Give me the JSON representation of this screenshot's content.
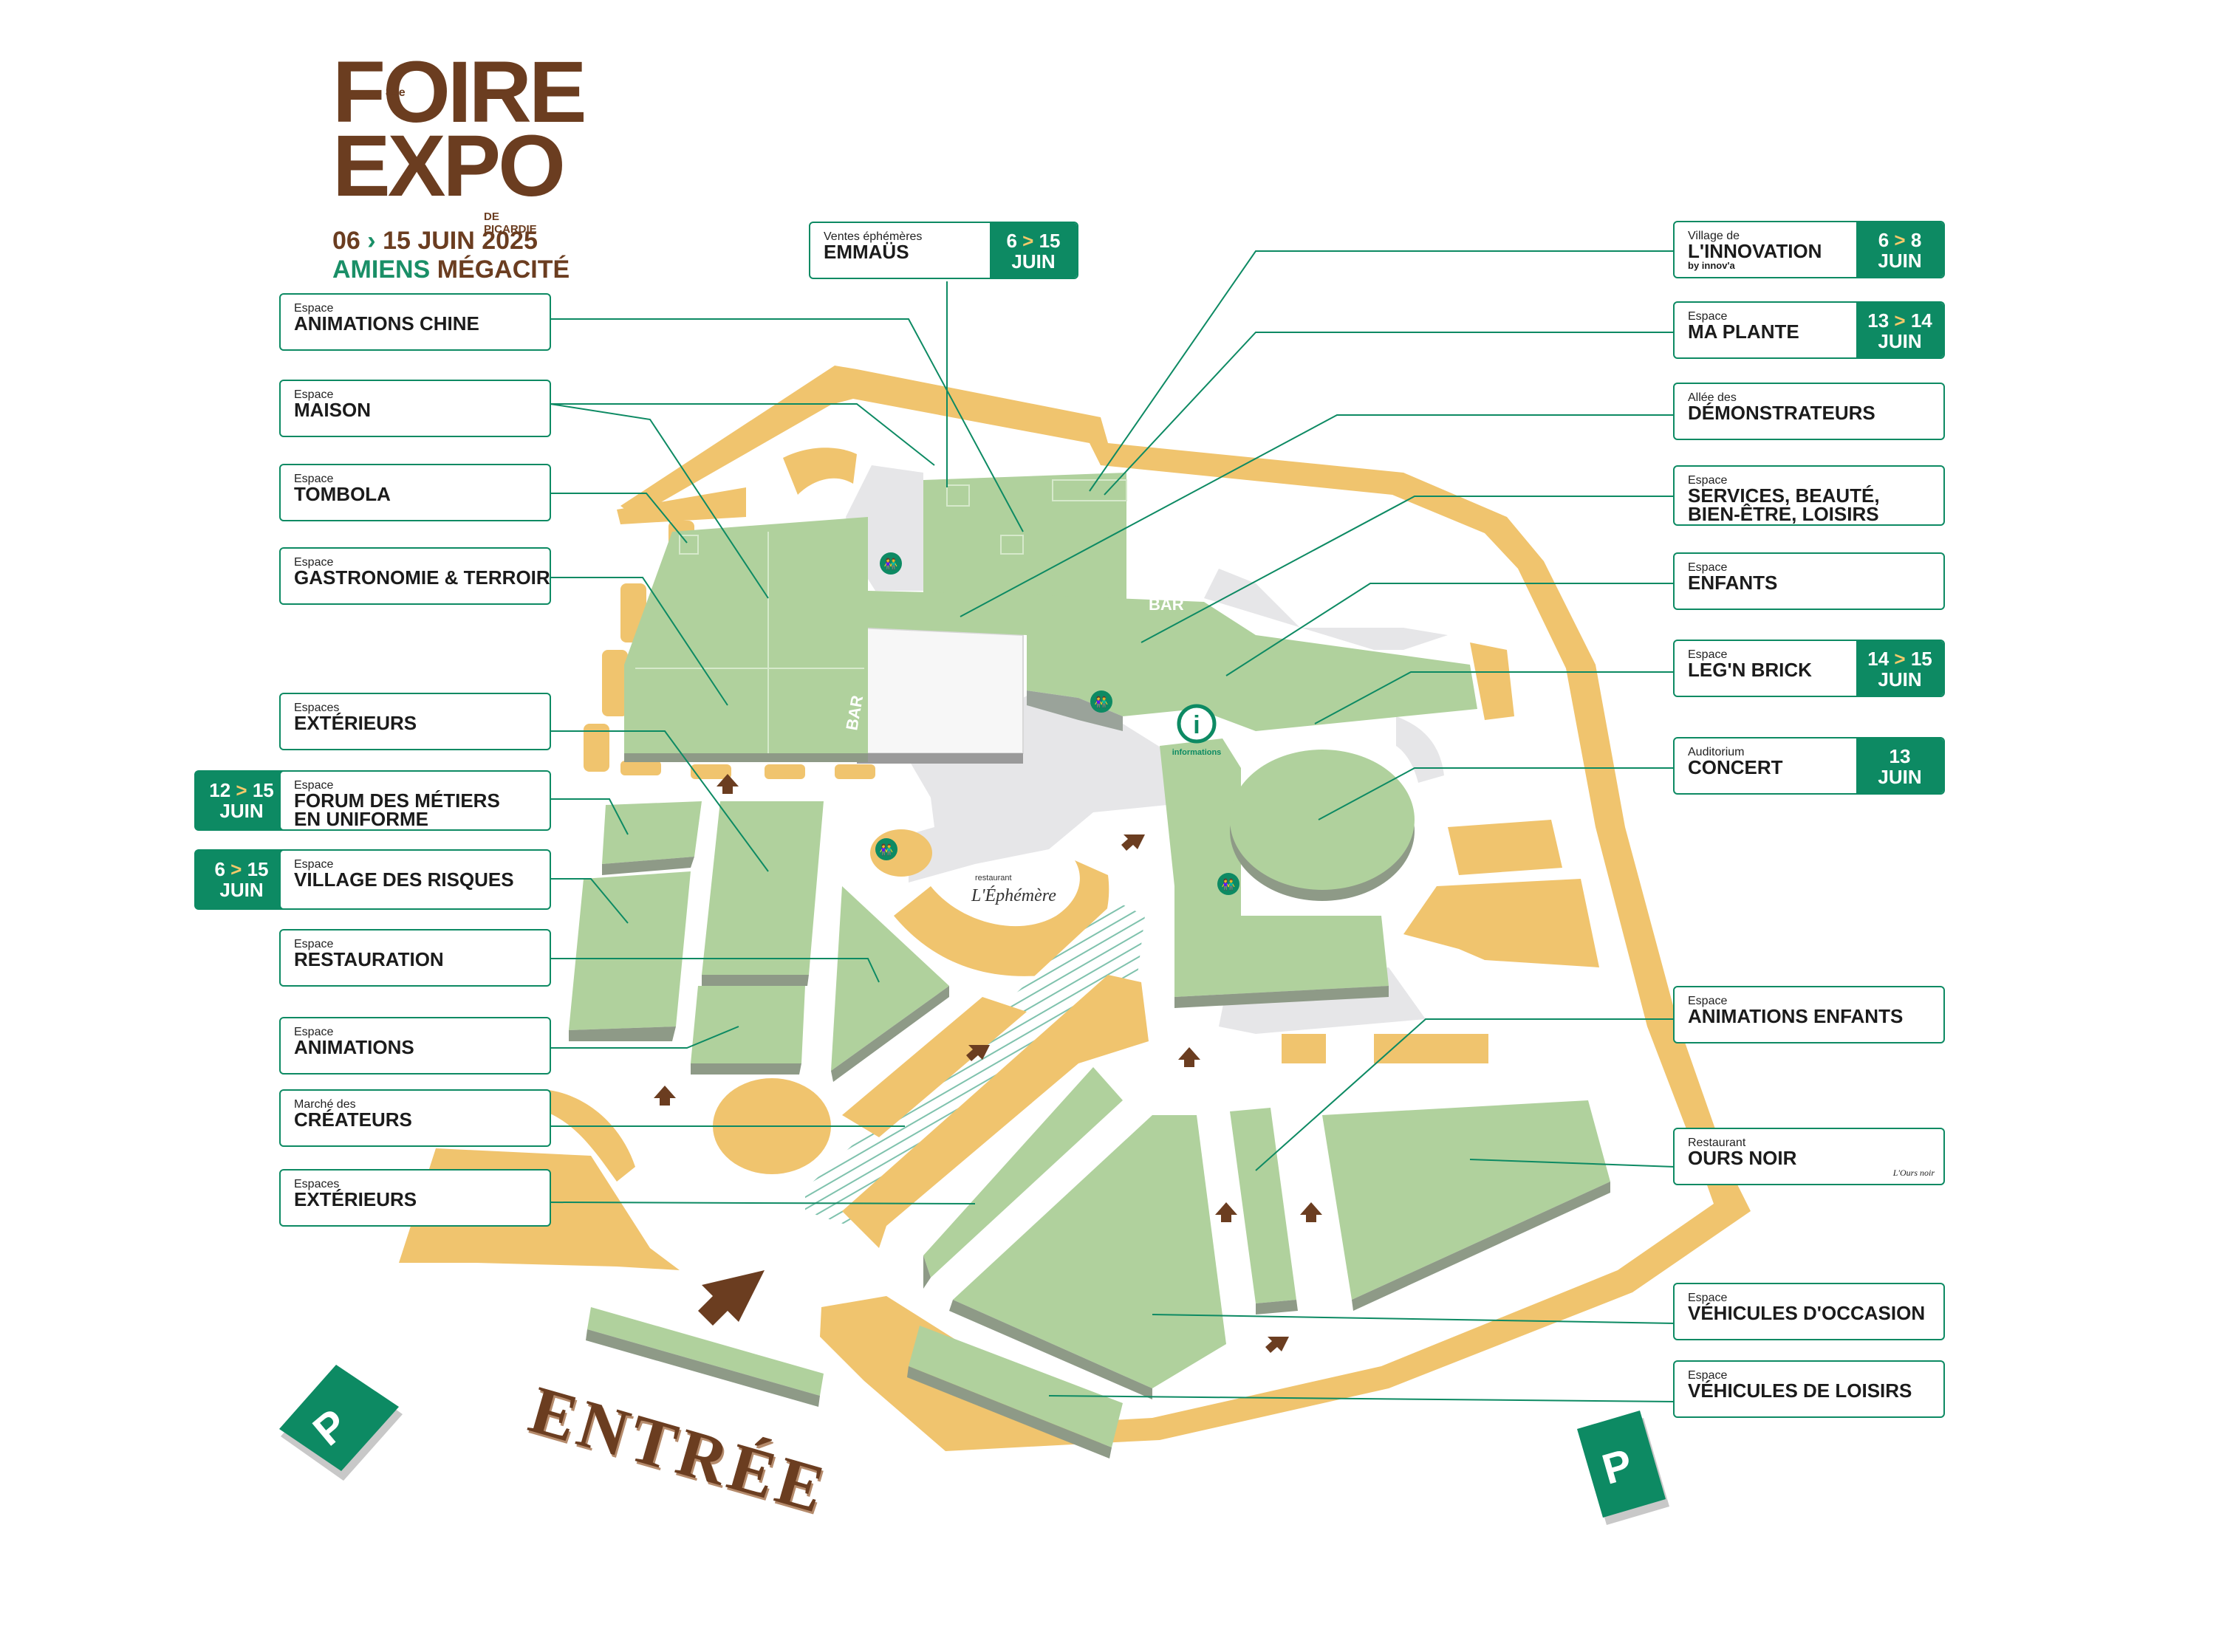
{
  "logo": {
    "line1": "FOIRE",
    "line2": "EXPO",
    "edition": "84e",
    "region": "DE PICARDIE",
    "dates_start": "06",
    "dates_rest": "15 JUIN 2025",
    "city_a": "AMIENS",
    "city_b": "MÉGACITÉ"
  },
  "colors": {
    "green_zone": "#b0d19d",
    "tan_zone": "#f0c46e",
    "grey_zone": "#e6e6e8",
    "accent_green": "#0d8a63",
    "brown": "#6b3d20"
  },
  "map": {
    "bar1": "BAR",
    "bar2": "BAR",
    "info_label": "informations",
    "info_glyph": "i",
    "restaurant_small": "restaurant",
    "restaurant_name": "L'Éphémère",
    "parking": "P",
    "entree": "ENTRÉE"
  },
  "labels_left": {
    "animations_chine": {
      "small": "Espace",
      "big": "ANIMATIONS CHINE"
    },
    "maison": {
      "small": "Espace",
      "big": "MAISON"
    },
    "tombola": {
      "small": "Espace",
      "big": "TOMBOLA"
    },
    "gastronomie": {
      "small": "Espace",
      "big": "GASTRONOMIE & TERROIR"
    },
    "exterieurs1": {
      "small": "Espaces",
      "big": "EXTÉRIEURS"
    },
    "forum": {
      "small": "Espace",
      "big1": "FORUM DES MÉTIERS",
      "big2": "EN UNIFORME",
      "date1": "12",
      "date2": "15",
      "date3": "JUIN"
    },
    "risques": {
      "small": "Espace",
      "big": "VILLAGE DES RISQUES",
      "date1": "6",
      "date2": "15",
      "date3": "JUIN"
    },
    "restauration": {
      "small": "Espace",
      "big": "RESTAURATION"
    },
    "animations": {
      "small": "Espace",
      "big": "ANIMATIONS"
    },
    "createurs": {
      "small": "Marché des",
      "big": "CRÉATEURS"
    },
    "exterieurs2": {
      "small": "Espaces",
      "big": "EXTÉRIEURS"
    }
  },
  "labels_top": {
    "emmaus": {
      "small": "Ventes éphémères",
      "big": "EMMAÜS",
      "date1": "6",
      "date2": "15",
      "date3": "JUIN"
    }
  },
  "labels_right": {
    "innovation": {
      "small": "Village de",
      "big": "L'INNOVATION",
      "tiny": "by innov'a",
      "date1": "6",
      "date2": "8",
      "date3": "JUIN"
    },
    "plante": {
      "small": "Espace",
      "big": "MA PLANTE",
      "date1": "13",
      "date2": "14",
      "date3": "JUIN"
    },
    "demonstrateurs": {
      "small": "Allée des",
      "big": "DÉMONSTRATEURS"
    },
    "services": {
      "small": "Espace",
      "big1": "SERVICES, BEAUTÉ,",
      "big2": "BIEN-ÊTRE, LOISIRS"
    },
    "enfants": {
      "small": "Espace",
      "big": "ENFANTS"
    },
    "legn": {
      "small": "Espace",
      "big": "LEG'N BRICK",
      "date1": "14",
      "date2": "15",
      "date3": "JUIN"
    },
    "concert": {
      "small": "Auditorium",
      "big": "CONCERT",
      "date": "13",
      "date3": "JUIN"
    },
    "anim_enfants": {
      "small": "Espace",
      "big": "ANIMATIONS ENFANTS"
    },
    "ours": {
      "small": "Restaurant",
      "big": "OURS NOIR",
      "logo_text": "L'Ours noir"
    },
    "vo": {
      "small": "Espace",
      "big": "VÉHICULES D'OCCASION"
    },
    "loisirs": {
      "small": "Espace",
      "big": "VÉHICULES DE LOISIRS"
    }
  }
}
